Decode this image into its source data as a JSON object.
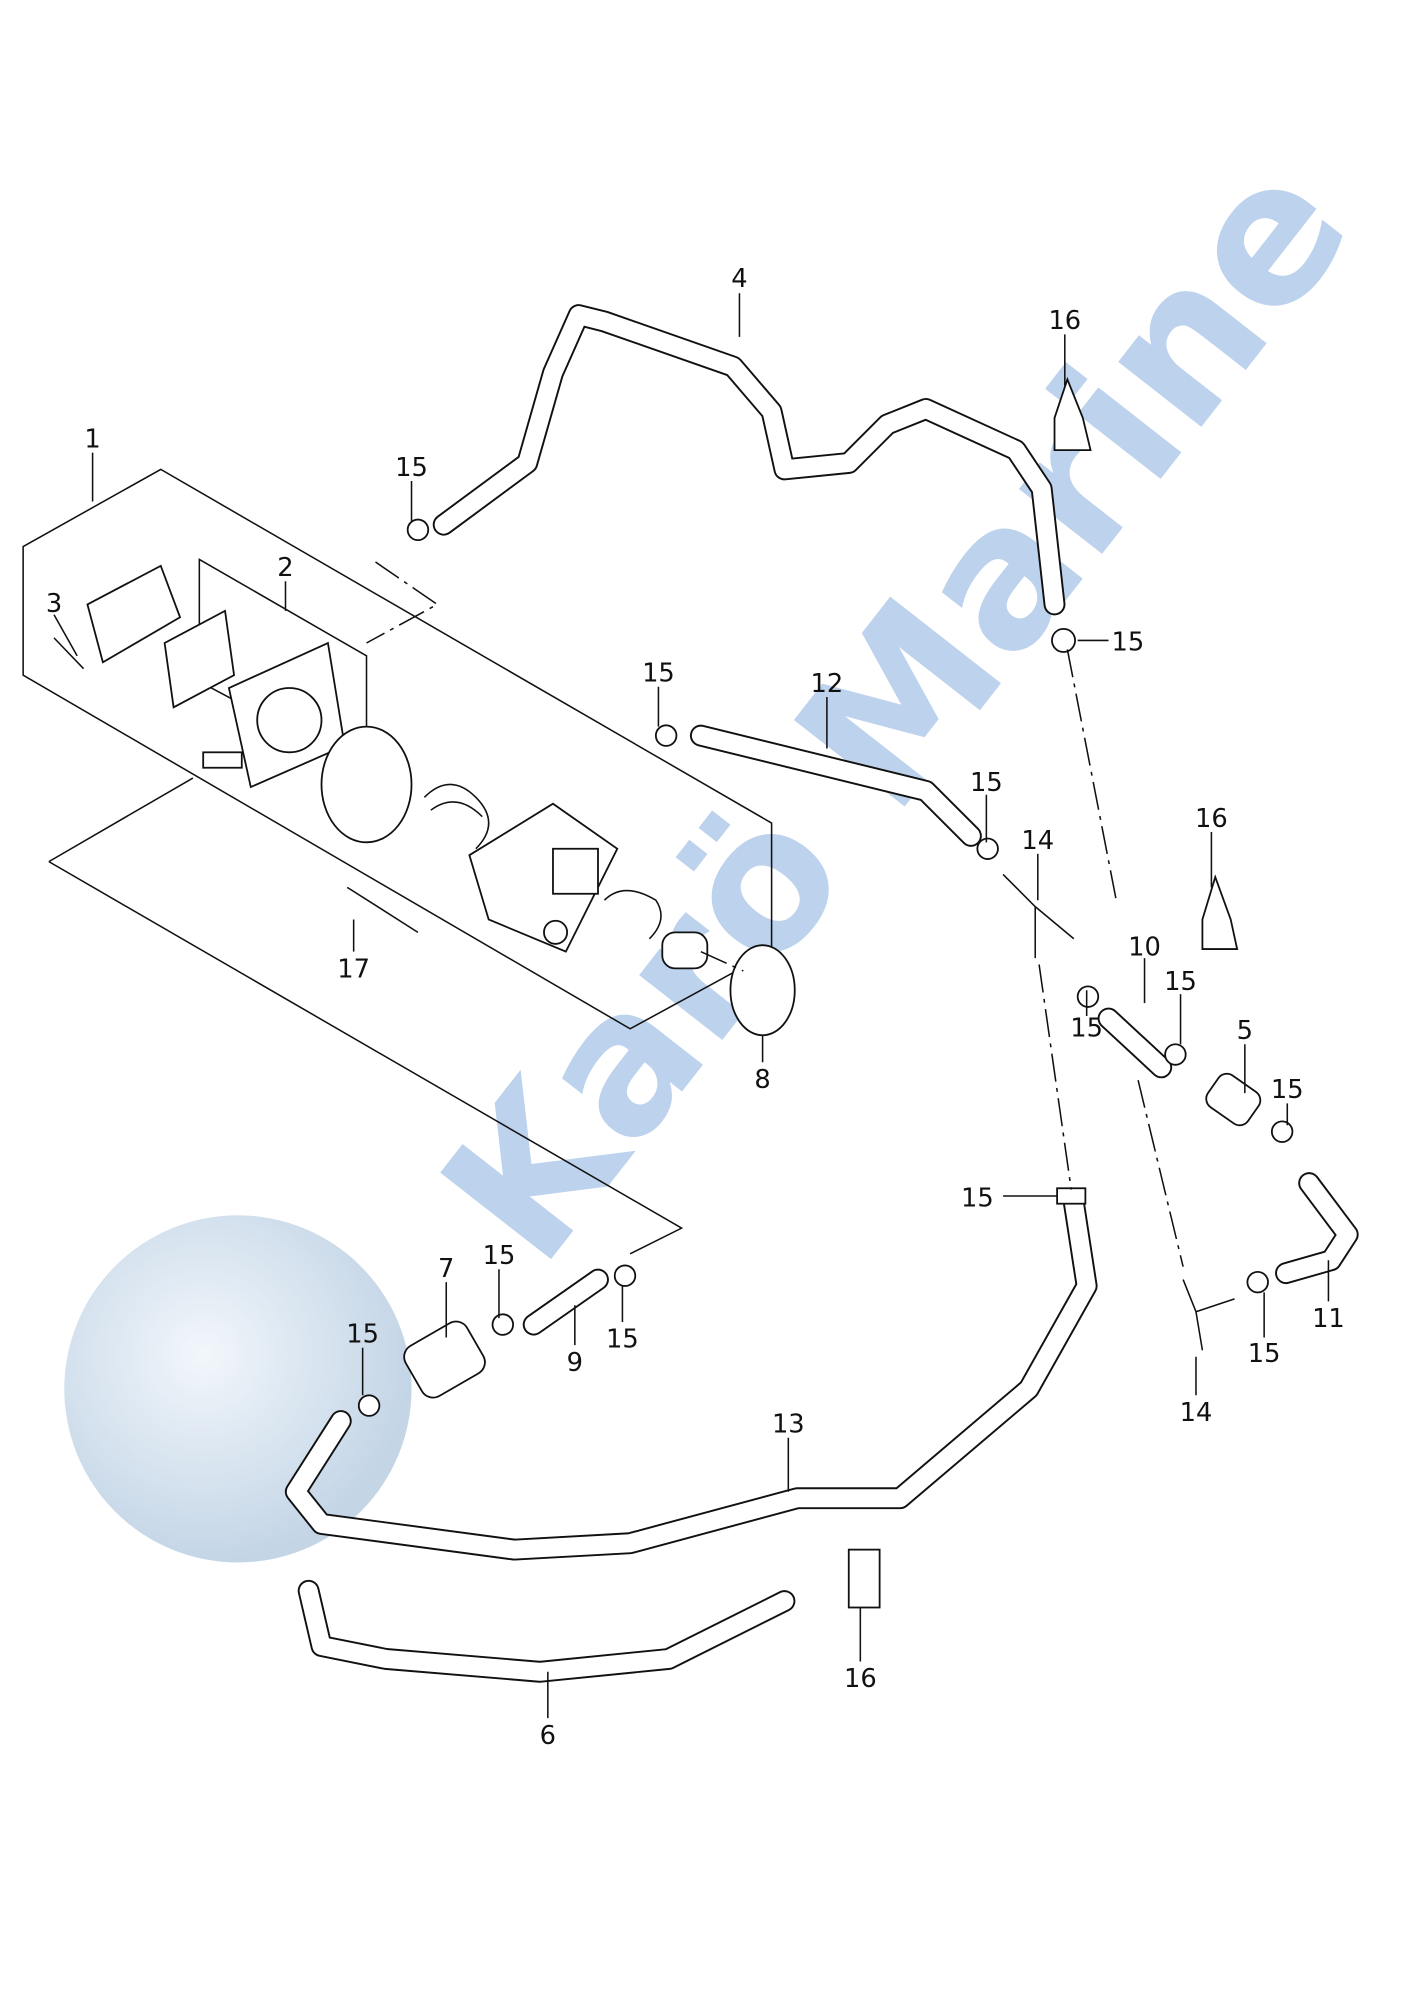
{
  "watermark": {
    "text": "Karö Marine",
    "color": "#3a78c9"
  },
  "callouts": {
    "c1": "1",
    "c2": "2",
    "c3": "3",
    "c4": "4",
    "c5": "5",
    "c6": "6",
    "c7": "7",
    "c8": "8",
    "c9": "9",
    "c10": "10",
    "c11": "11",
    "c12": "12",
    "c13": "13",
    "c14": "14",
    "c15": "15",
    "c16": "16",
    "c17": "17"
  }
}
